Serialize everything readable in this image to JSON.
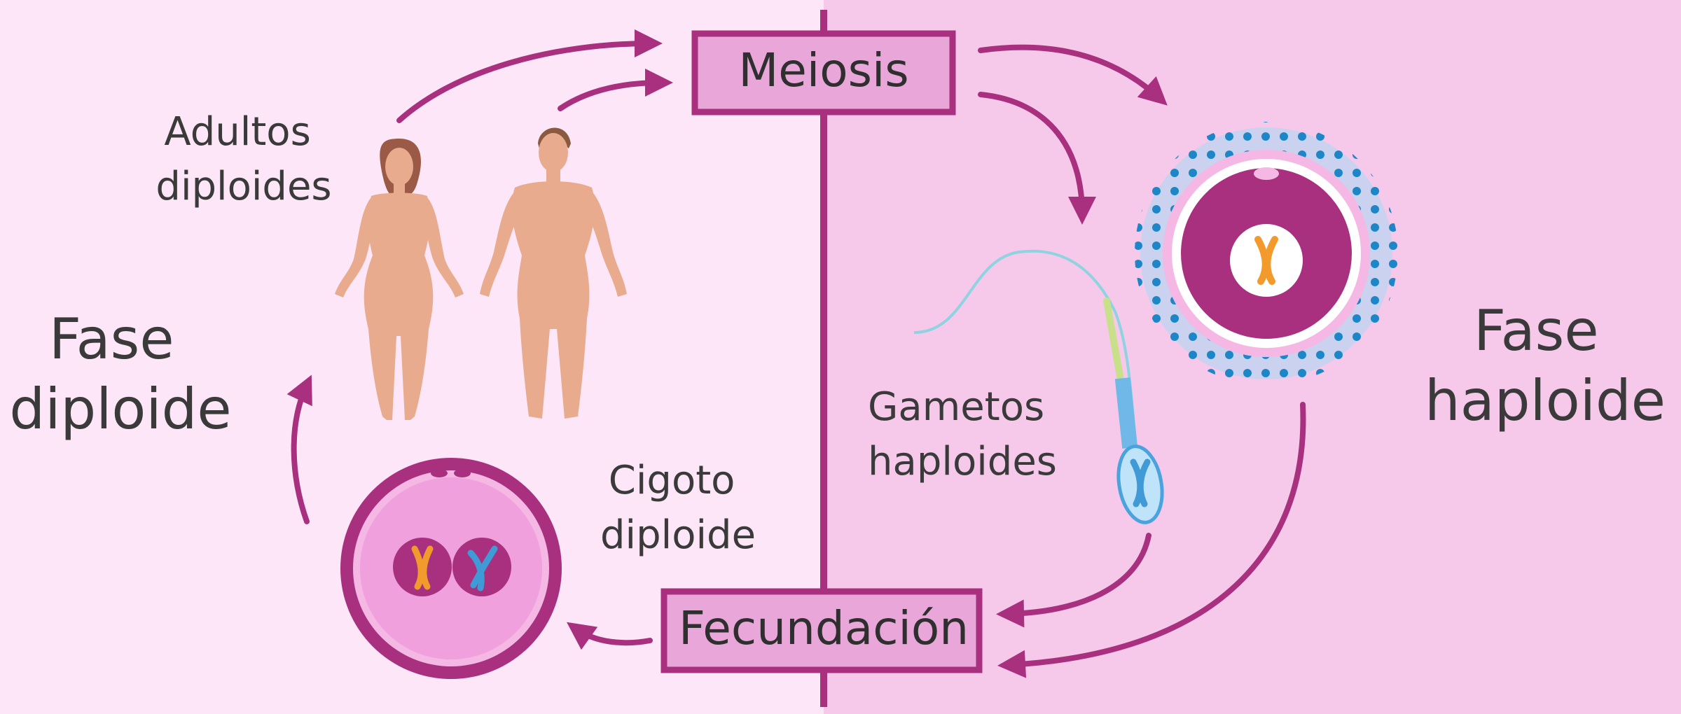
{
  "colors": {
    "background_left": "#fde6f7",
    "background_right": "#f6c9eb",
    "accent": "#a8307f",
    "box_fill": "#e9a6d8",
    "zygote_fill": "#f0a0dc",
    "chromosome_orange": "#f39a2c",
    "chromosome_blue": "#3f9ad6",
    "follicle_dots": "#1d86c7",
    "follicle_halo": "#a6d8f2",
    "skin": "#e8ab8d"
  },
  "labels": {
    "meiosis": "Meiosis",
    "fecundacion": "Fecundación",
    "adultos": [
      "Adultos",
      "diploides"
    ],
    "fase_diploide": [
      "Fase",
      "diploide"
    ],
    "fase_haploide": [
      "Fase",
      "haploide"
    ],
    "gametos": [
      "Gametos",
      "haploides"
    ],
    "cigoto": [
      "Cigoto",
      "diploide"
    ]
  },
  "icons": {
    "arrow": "curved-arrow-icon",
    "chromosome": "chromosome-icon",
    "female": "female-figure-icon",
    "male": "male-figure-icon",
    "egg": "egg-cell-icon",
    "sperm": "sperm-cell-icon",
    "zygote": "zygote-icon"
  }
}
